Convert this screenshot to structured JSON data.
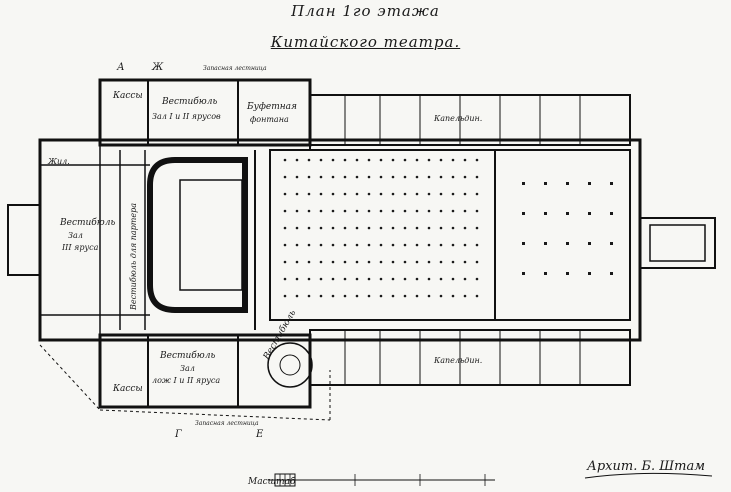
{
  "title": "План 1го этажа",
  "subtitle": "Китайского театра.",
  "labels": {
    "vest1": "Вестибюль",
    "vest1b": "Зал I и II ярусов",
    "bufet": "Буфетная",
    "bufetb": "фонтана",
    "kassy": "Кассы",
    "kassy2": "Кассы",
    "vest2": "Вестибюль",
    "vest2b": "Зал",
    "vest2c": "лож I и II яруса",
    "vestL": "Вестибюль",
    "vestLb": "Зал",
    "vestLc": "III яруса",
    "vestC": "Вестибюль для партера",
    "vestR": "Вестибюль",
    "kapitR1": "Капельдин.",
    "kapitR2": "Капельдин.",
    "zhil": "Жил.",
    "letterA": "А",
    "letterZh": "Ж",
    "letterG": "Г",
    "letterE": "Е",
    "stairNote1": "Запасная лестница",
    "stairNote2": "Запасная лестница",
    "scale": "Масштаб",
    "signature": "Архит. Б. Штам"
  }
}
